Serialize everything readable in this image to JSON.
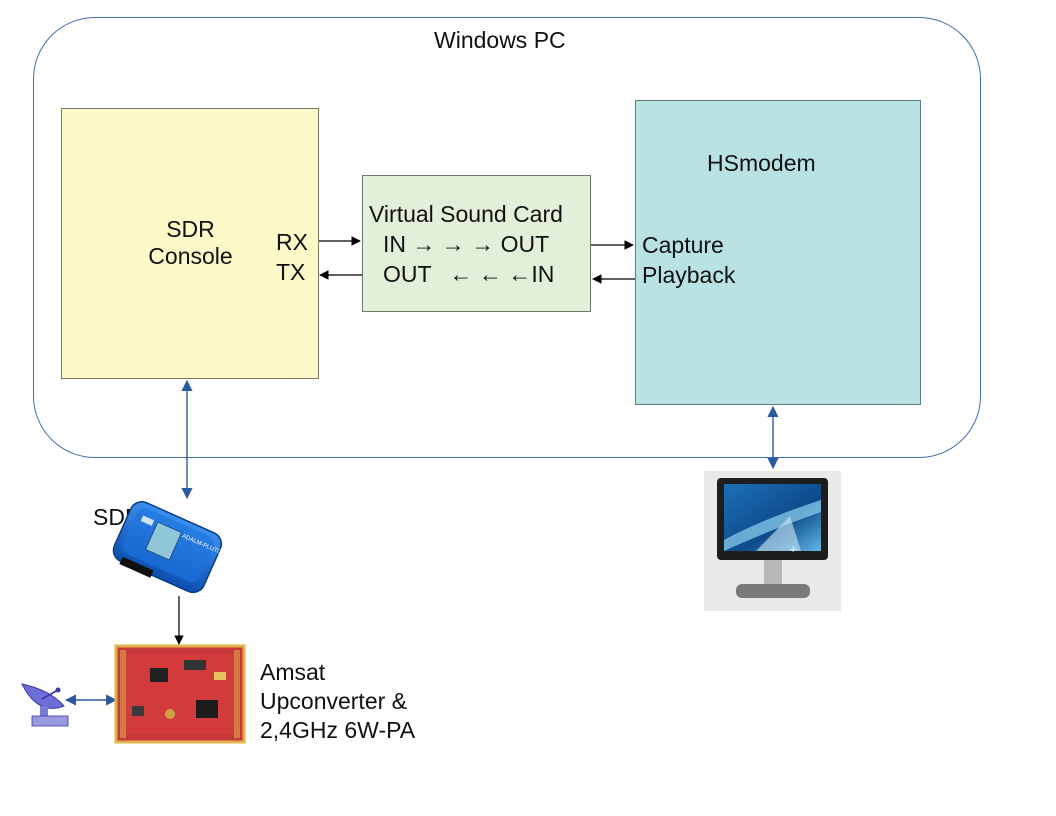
{
  "windows_pc": {
    "title": "Windows PC"
  },
  "sdr_console": {
    "line1": "SDR",
    "line2": "Console",
    "rx": "RX",
    "tx": "TX"
  },
  "virtual_sound_card": {
    "title": "Virtual Sound Card",
    "in_row": {
      "left": "IN",
      "arrows": "→ → →",
      "right": "OUT"
    },
    "out_row": {
      "left": "OUT",
      "arrows": "← ← ←",
      "right": "IN"
    }
  },
  "hsmodem": {
    "title": "HSmodem",
    "capture": "Capture",
    "playback": "Playback"
  },
  "sdr_device": {
    "label": "SDR",
    "case_text": "ADALM-PLUTO"
  },
  "amsat": {
    "line1": "Amsat",
    "line2": "Upconverter &",
    "line3": "2,4GHz 6W-PA"
  },
  "colors": {
    "frame": "#3f6fa8",
    "console_bg": "#fcf9c8",
    "vsc_bg": "#e2efd9",
    "hsmodem_bg": "#b9e3e3",
    "wire": "#000000",
    "link": "#2c5aa0"
  }
}
